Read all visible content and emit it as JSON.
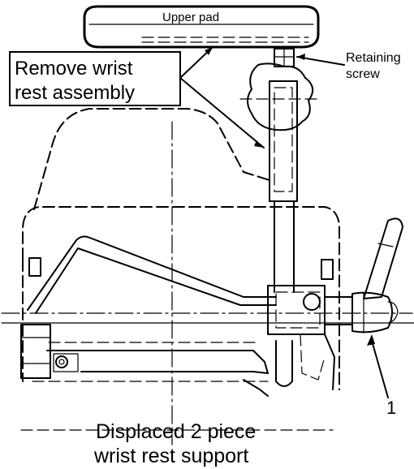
{
  "callouts": {
    "upper_pad": "Upper pad",
    "remove_line1": "Remove wrist",
    "remove_line2": "rest assembly",
    "retaining_line1": "Retaining",
    "retaining_line2": "screw",
    "item_number": "1",
    "caption_line1": "Displaced 2 piece",
    "caption_line2": "wrist rest support"
  },
  "colors": {
    "ink": "#000000",
    "paper": "#ffffff"
  }
}
